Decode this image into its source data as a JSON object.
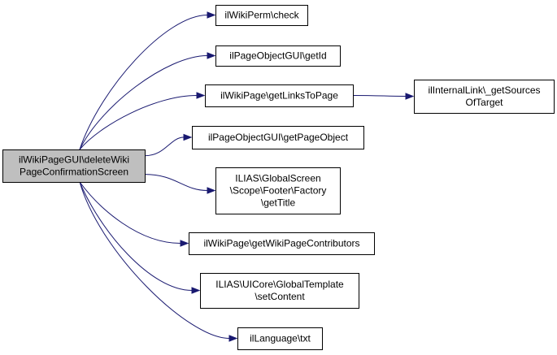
{
  "graph": {
    "root": {
      "lines": [
        "ilWikiPageGUI\\deleteWiki",
        "PageConfirmationScreen"
      ]
    },
    "callees": [
      {
        "id": "perm_check",
        "lines": [
          "ilWikiPerm\\check"
        ]
      },
      {
        "id": "get_id",
        "lines": [
          "ilPageObjectGUI\\getId"
        ]
      },
      {
        "id": "get_links",
        "lines": [
          "ilWikiPage\\getLinksToPage"
        ]
      },
      {
        "id": "get_page_object",
        "lines": [
          "ilPageObjectGUI\\getPageObject"
        ]
      },
      {
        "id": "get_title",
        "lines": [
          "ILIAS\\GlobalScreen",
          "\\Scope\\Footer\\Factory",
          "\\getTitle"
        ]
      },
      {
        "id": "get_contributors",
        "lines": [
          "ilWikiPage\\getWikiPageContributors"
        ]
      },
      {
        "id": "set_content",
        "lines": [
          "ILIAS\\UICore\\GlobalTemplate",
          "\\setContent"
        ]
      },
      {
        "id": "txt",
        "lines": [
          "ilLanguage\\txt"
        ]
      }
    ],
    "secondary": [
      {
        "id": "get_sources",
        "from": "get_links",
        "lines": [
          "ilInternalLink\\_getSources",
          "OfTarget"
        ]
      }
    ],
    "colors": {
      "edge": "#191970",
      "root_fill": "#bfbfbf",
      "node_fill": "#ffffff",
      "border": "#000000"
    }
  }
}
